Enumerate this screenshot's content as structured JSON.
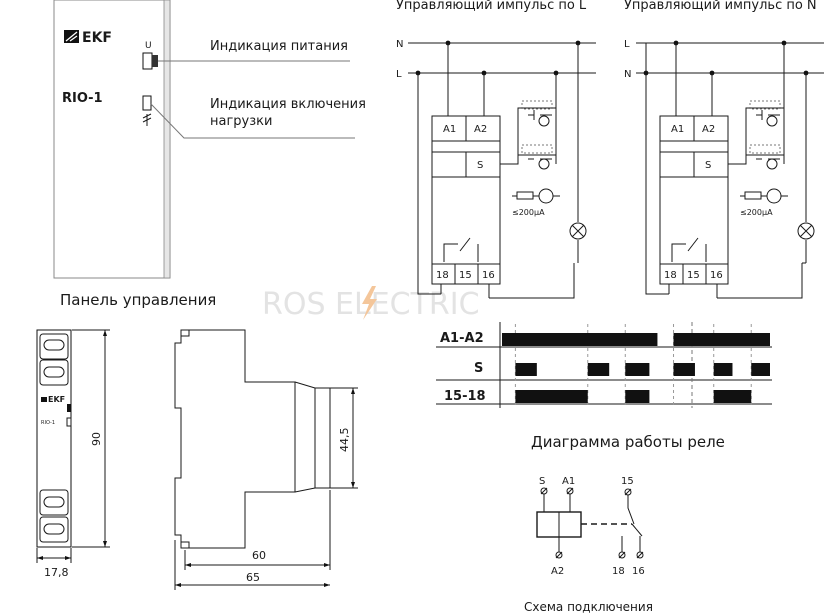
{
  "header": {
    "impulse_L": "Управляющий импульс по L",
    "impulse_N": "Управляющий импульс по N"
  },
  "device": {
    "brand": "EKF",
    "model": "RIO-1",
    "power_led_label": "U",
    "power_indication": "Индикация питания",
    "load_indication_line1": "Индикация включения",
    "load_indication_line2": "нагрузки",
    "panel_caption": "Панель управления"
  },
  "terminals": {
    "a1": "A1",
    "a2": "A2",
    "s": "S",
    "t18": "18",
    "t15": "15",
    "t16": "16",
    "n": "N",
    "l": "L",
    "current": "≤200µA"
  },
  "watermark": "ROS ELECTRIC",
  "dimensions": {
    "width_front": "17,8",
    "height_front": "90",
    "depth_inner": "60",
    "depth_total": "65",
    "height_step": "44,5"
  },
  "timing": {
    "rows": [
      "A1-A2",
      "S",
      "15-18"
    ],
    "caption": "Диаграмма работы реле",
    "a1a2": [
      [
        0.0,
        0.58
      ],
      [
        0.64,
        1.0
      ]
    ],
    "s": [
      [
        0.05,
        0.13
      ],
      [
        0.32,
        0.4
      ],
      [
        0.46,
        0.55
      ],
      [
        0.64,
        0.72
      ],
      [
        0.79,
        0.86
      ],
      [
        0.93,
        1.0
      ]
    ],
    "out": [
      [
        0.05,
        0.32
      ],
      [
        0.46,
        0.55
      ],
      [
        0.79,
        0.93
      ]
    ]
  },
  "wiring": {
    "caption": "Схема подключения",
    "s": "S",
    "a1": "A1",
    "a2": "A2",
    "t15": "15",
    "t18": "18",
    "t16": "16"
  }
}
